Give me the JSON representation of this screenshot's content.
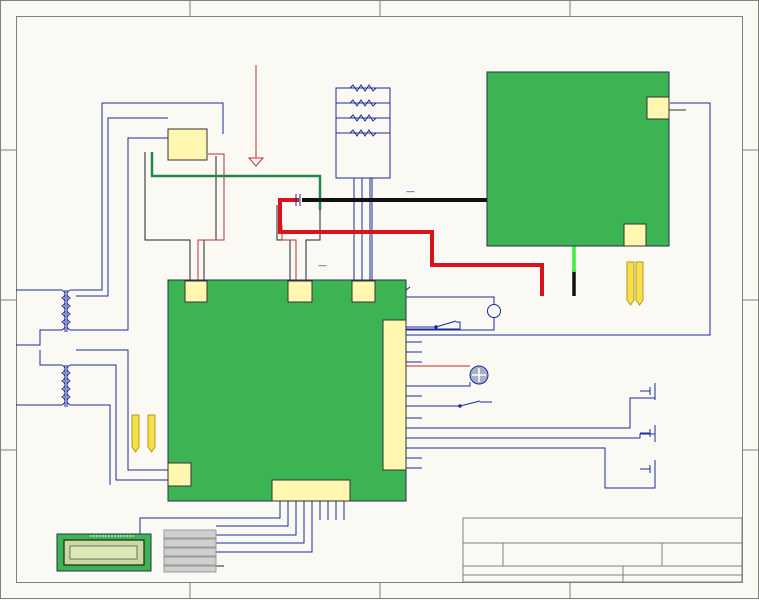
{
  "sheet": {
    "title": "",
    "background": "#fbf9f3",
    "border_color": "#808080",
    "grid_zones": 4
  },
  "colors": {
    "pcb_green": "#3cb454",
    "connector_fill": "#fff6b0",
    "wire_blue": "#1a2a9a",
    "wire_red_thin": "#c0302a",
    "power_red": "#d8131e",
    "gnd_black": "#111111",
    "signal_green": "#1e8a4a",
    "led_green": "#3cf03c",
    "lcd_fill": "#c9d9a0"
  },
  "labels": {
    "dash_near_board": "—",
    "dash_near_cable": "—"
  },
  "components": {
    "main_board": "main-controller-board",
    "secondary_board": "secondary-board",
    "transformers": [
      "transformer",
      "transformer"
    ],
    "lcd": "lcd-module",
    "resistor_pack": "resistor-array",
    "switches": [
      "switch",
      "switch"
    ],
    "lamp": "lamp",
    "motor": "motor",
    "buttons": [
      "push-button",
      "push-button",
      "push-button"
    ],
    "title_block": "title-block"
  }
}
